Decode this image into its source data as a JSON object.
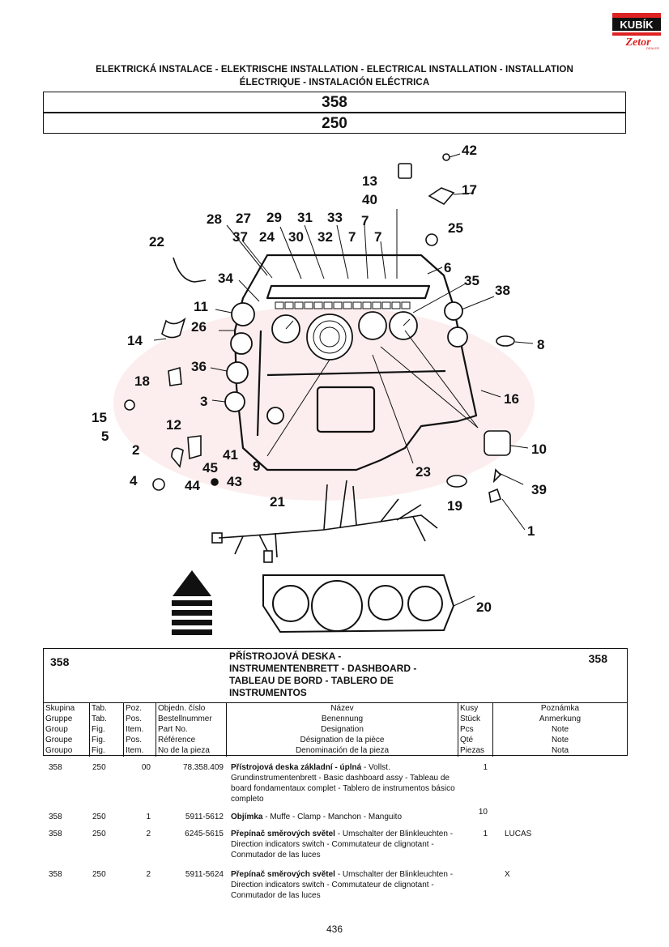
{
  "logo": {
    "top_text": "KUBÍK",
    "bottom_text": "Zetor",
    "sub_text": "DEALER"
  },
  "title": {
    "line1": "ELEKTRICKÁ INSTALACE - ELEKTRISCHE INSTALLATION - ELECTRICAL INSTALLATION - INSTALLATION",
    "line2": "ÉLECTRIQUE - INSTALACIÓN ELÉCTRICA"
  },
  "group_code": "358",
  "table_code": "250",
  "diagram": {
    "callouts": [
      "1",
      "2",
      "3",
      "4",
      "5",
      "6",
      "7",
      "7",
      "7",
      "8",
      "9",
      "10",
      "11",
      "12",
      "13",
      "14",
      "15",
      "16",
      "17",
      "18",
      "19",
      "20",
      "21",
      "22",
      "23",
      "24",
      "25",
      "26",
      "27",
      "28",
      "29",
      "30",
      "31",
      "32",
      "33",
      "34",
      "35",
      "36",
      "37",
      "38",
      "39",
      "40",
      "41",
      "42",
      "43",
      "44",
      "45"
    ]
  },
  "parts_header": {
    "group_left": "358",
    "group_right": "358",
    "title_lines": [
      "PŘÍSTROJOVÁ DESKA -",
      "INSTRUMENTENBRETT - DASHBOARD -",
      "TABLEAU DE BORD - TABLERO DE",
      "INSTRUMENTOS"
    ],
    "columns": {
      "group": [
        "Skupina",
        "Gruppe",
        "Group",
        "Groupe",
        "Groupo"
      ],
      "fig": [
        "Tab.",
        "Tab.",
        "Fig.",
        "Fig.",
        "Fig."
      ],
      "pos": [
        "Poz.",
        "Pos.",
        "Item.",
        "Pos.",
        "Item."
      ],
      "part": [
        "Objedn. číslo",
        "Bestellnummer",
        "Part No.",
        "Référence",
        "No de la pieza"
      ],
      "desc": [
        "Název",
        "Benennung",
        "Designation",
        "Désignation de la pièce",
        "Denominación de la pieza"
      ],
      "qty": [
        "Kusy",
        "Stück",
        "Pcs",
        "Qté",
        "Piezas"
      ],
      "note": [
        "Poznámka",
        "Anmerkung",
        "Note",
        "Note",
        "Nota"
      ]
    }
  },
  "rows": [
    {
      "group": "358",
      "fig": "250",
      "pos": "00",
      "part": "78.358.409",
      "desc_bold": "Přístrojová deska základní - úplná",
      "desc_rest": " - Vollst. Grundinstrumentenbrett - Basic dashboard assy - Tableau de board fondamentaux complet - Tablero de instrumentos básico completo",
      "qty": "1",
      "note": ""
    },
    {
      "group": "358",
      "fig": "250",
      "pos": "1",
      "part": "5911-5612",
      "desc_bold": "Objímka",
      "desc_rest": " - Muffe - Clamp - Manchon - Manguito",
      "qty": "10",
      "note": ""
    },
    {
      "group": "358",
      "fig": "250",
      "pos": "2",
      "part": "6245-5615",
      "desc_bold": "Přepínač směrových světel",
      "desc_rest": " - Umschalter der Blinkleuchten - Direction indicators switch - Commutateur de clignotant - Conmutador de las luces",
      "qty": "1",
      "note": "LUCAS"
    },
    {
      "group": "358",
      "fig": "250",
      "pos": "2",
      "part": "5911-5624",
      "desc_bold": "Přepínač směrových světel",
      "desc_rest": " - Umschalter der Blinkleuchten - Direction indicators switch - Commutateur de clignotant - Conmutador de las luces",
      "qty": "",
      "note": "X"
    }
  ],
  "page_number": "436"
}
